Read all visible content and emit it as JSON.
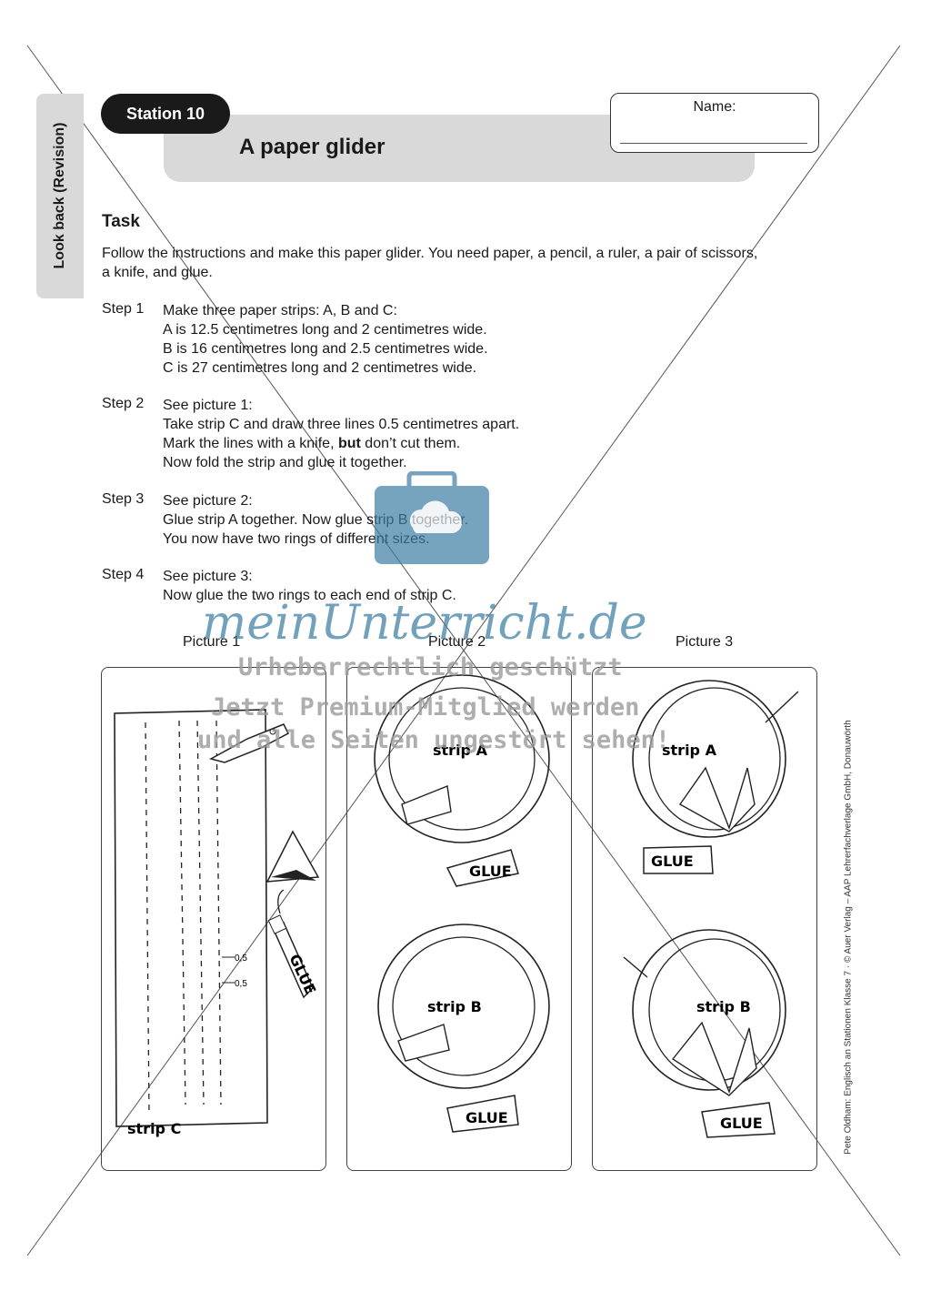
{
  "sidebar": {
    "label": "Look back (Revision)"
  },
  "header": {
    "station": "Station 10",
    "title": "A paper glider",
    "name_label": "Name:"
  },
  "task": {
    "heading": "Task",
    "intro_1": "Follow the instructions and make this paper glider. You need paper, a pencil, a ruler, a pair of scissors,",
    "intro_2": "a knife, and glue."
  },
  "steps": [
    {
      "label": "Step 1",
      "lines": [
        "Make three paper strips: A, B and C:",
        "A is 12.5 centimetres long and 2 centimetres wide.",
        "B is 16 centimetres long and 2.5 centimetres wide.",
        "C is 27 centimetres long and 2 centimetres wide."
      ]
    },
    {
      "label": "Step 2",
      "lines": [
        "See picture 1:",
        "Take strip C and draw three lines 0.5 centimetres apart.",
        "Mark the lines with a knife, ",
        "but",
        " don’t cut them.",
        "Now fold the strip and glue it together."
      ]
    },
    {
      "label": "Step 3",
      "lines": [
        "See picture 2:",
        "Glue strip A together. Now glue strip B together.",
        "You now have two rings of different sizes."
      ]
    },
    {
      "label": "Step 4",
      "lines": [
        "See picture 3:",
        "Now glue the two rings to each end of strip C."
      ]
    }
  ],
  "pictures": {
    "p1": {
      "label": "Picture 1",
      "strip": "strip C",
      "glue": "GLUE",
      "measure_1": "0,5",
      "measure_2": "0,5"
    },
    "p2": {
      "label": "Picture 2",
      "strip_a": "strip A",
      "strip_b": "strip B",
      "glue": "GLUE"
    },
    "p3": {
      "label": "Picture 3",
      "strip_a": "strip A",
      "strip_b": "strip B",
      "glue": "GLUE"
    }
  },
  "footer": {
    "credit": "Pete Oldham: Englisch an Stationen Klasse 7 · © Auer Verlag – AAP Lehrerfachverlage GmbH, Donauwörth"
  },
  "watermark": {
    "brand": "meinUnterricht.de",
    "line1": "Urheberrechtlich geschützt",
    "line2": "Jetzt Premium-Mitglied werden",
    "line3": "und alle Seiten ungestört sehen!"
  },
  "colors": {
    "grey_band": "#d9d9d9",
    "pill": "#1a1a1a",
    "watermark_blue": "#3d7ea3"
  }
}
